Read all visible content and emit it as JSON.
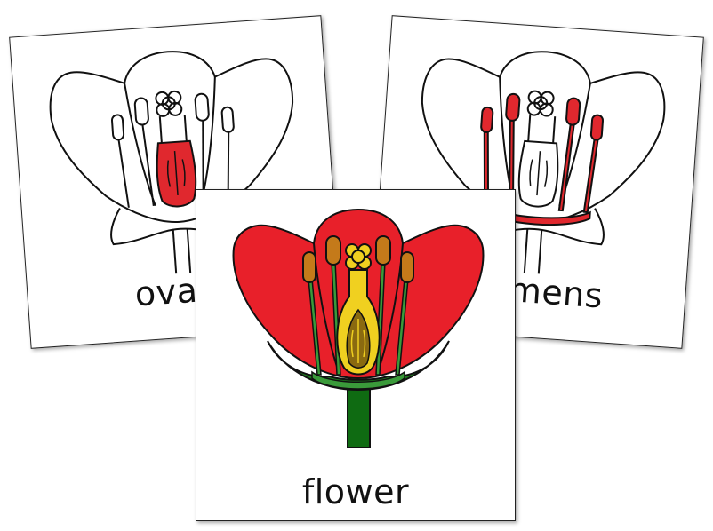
{
  "cards": [
    {
      "label": "ovary",
      "highlight": "ovary",
      "highlight_color": "#e0282e"
    },
    {
      "label": "stamens",
      "highlight": "stamens",
      "highlight_color": "#e0282e"
    },
    {
      "label": "flower",
      "highlight": "whole flower in color"
    }
  ],
  "colors": {
    "petal": "#e8202a",
    "sepal": "#1e7a1e",
    "stem": "#0f6b12",
    "anther": "#c47a1a",
    "pistil": "#f0d020",
    "filament": "#3a9a3a",
    "outline": "#111111"
  }
}
